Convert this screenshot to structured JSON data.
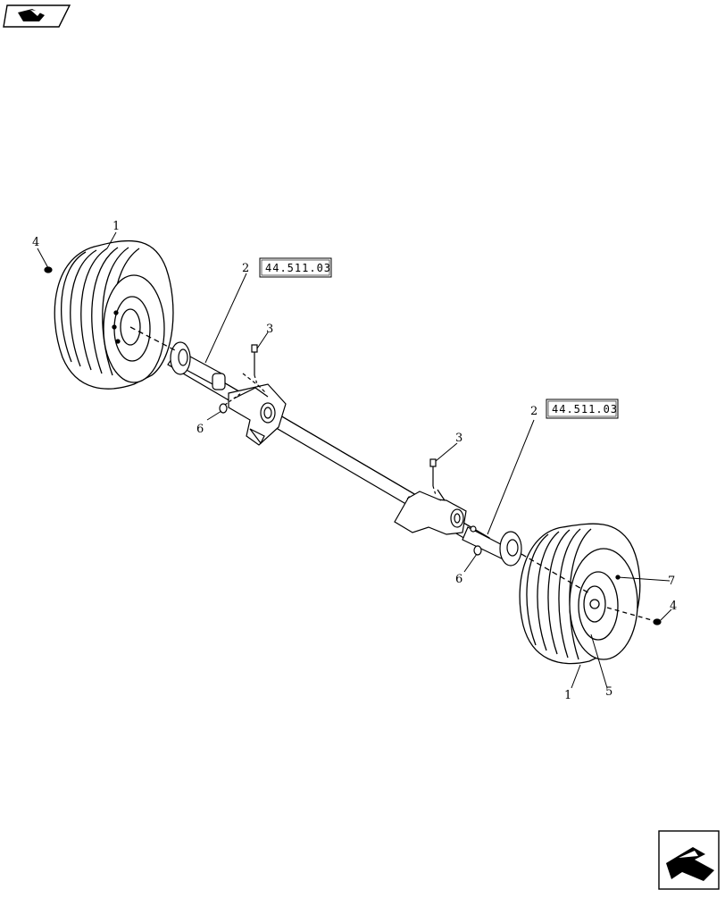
{
  "callouts": {
    "c1a": "1",
    "c1b": "1",
    "c2a": "2",
    "c2b": "2",
    "c3a": "3",
    "c3b": "3",
    "c4a": "4",
    "c4b": "4",
    "c5": "5",
    "c6a": "6",
    "c6b": "6",
    "c7": "7"
  },
  "references": {
    "ref_left": "44.511.03",
    "ref_right": "44.511.03"
  },
  "icons": {
    "top_left": "previous-page-icon",
    "bottom_right": "next-page-icon"
  }
}
